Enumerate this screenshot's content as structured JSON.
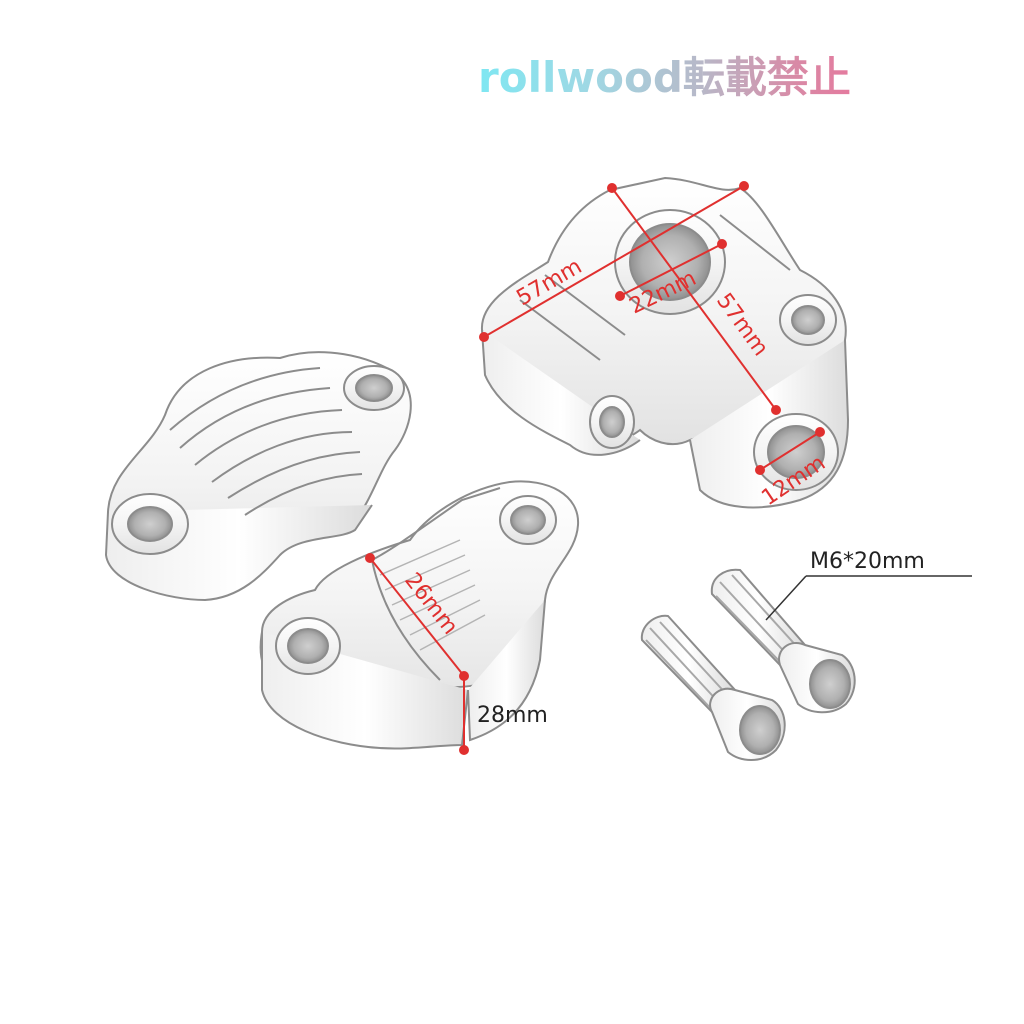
{
  "watermark": "rollwood転載禁止",
  "dimensions": {
    "bracket_width": "57mm",
    "bracket_height": "57mm",
    "bar_clamp_diameter": "22mm",
    "bolt_hole": "12mm",
    "clamp_inner_width": "26mm",
    "clamp_height": "28mm"
  },
  "bolt_spec": "M6*20mm",
  "colors": {
    "dimension_line": "#e0302f",
    "metal_outline": "#8c8c8c",
    "watermark_start": "#7fe7f2",
    "watermark_end": "#e47a9e"
  }
}
